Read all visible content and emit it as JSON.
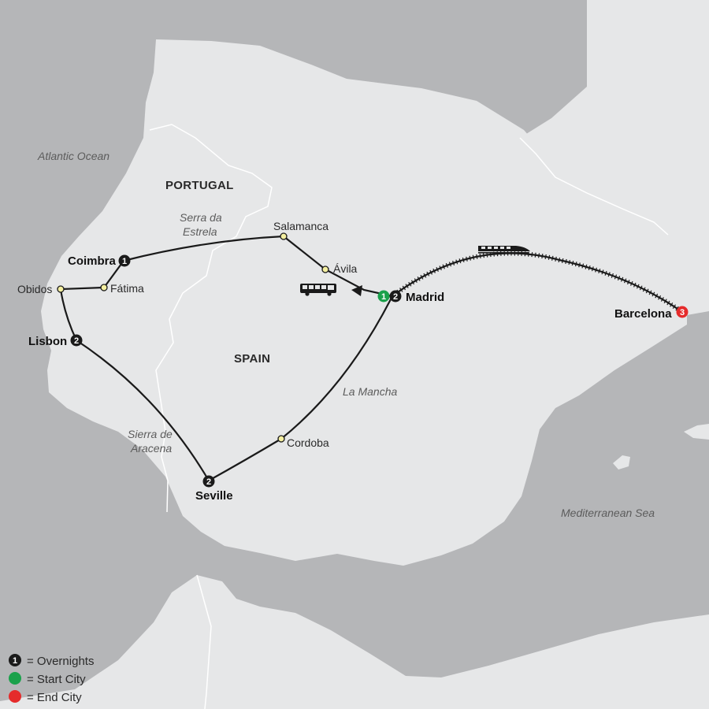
{
  "seas": {
    "atlantic": "Atlantic Ocean",
    "mediterranean": "Mediterranean Sea"
  },
  "countries": {
    "portugal": "PORTUGAL",
    "spain": "SPAIN"
  },
  "regions": {
    "serra_estrela_line1": "Serra da",
    "serra_estrela_line2": "Estrela",
    "sierra_aracena_line1": "Sierra de",
    "sierra_aracena_line2": "Aracena",
    "la_mancha": "La Mancha"
  },
  "cities": {
    "coimbra": {
      "name": "Coimbra",
      "overnights": "1"
    },
    "fatima": {
      "name": "Fátima"
    },
    "obidos": {
      "name": "Obidos"
    },
    "lisbon": {
      "name": "Lisbon",
      "overnights": "2"
    },
    "seville": {
      "name": "Seville",
      "overnights": "2"
    },
    "cordoba": {
      "name": "Cordoba"
    },
    "madrid": {
      "name": "Madrid",
      "start_overnights": "1",
      "overnights": "2"
    },
    "avila": {
      "name": "Ávila"
    },
    "salamanca": {
      "name": "Salamanca"
    },
    "barcelona": {
      "name": "Barcelona",
      "overnights": "3"
    }
  },
  "legend": {
    "sample_number": "1",
    "overnights": "= Overnights",
    "start_city": "= Start City",
    "end_city": "= End City"
  },
  "colors": {
    "land": "#e6e7e8",
    "water": "#b5b6b8",
    "route": "#1a1a1a",
    "overnight_badge": "#1a1a1a",
    "start_city": "#1aa14b",
    "end_city": "#e52b2b",
    "stop_dot": "#f4efa0"
  },
  "icons": {
    "bus": "bus-icon",
    "train": "train-icon"
  }
}
